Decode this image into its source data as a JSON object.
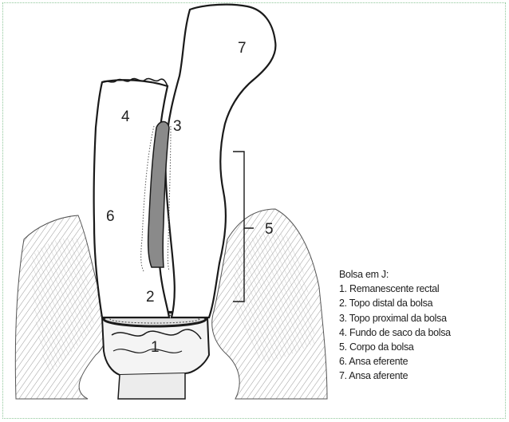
{
  "diagram": {
    "numbers": {
      "n1": "1",
      "n2": "2",
      "n3": "3",
      "n4": "4",
      "n5": "5",
      "n6": "6",
      "n7": "7"
    }
  },
  "legend": {
    "title": "Bolsa em J:",
    "items": [
      "1. Remanescente rectal",
      "2. Topo distal da bolsa",
      "3. Topo proximal da bolsa",
      "4. Fundo de saco da bolsa",
      "5. Corpo da bolsa",
      "6. Ansa eferente",
      "7. Ansa aferente"
    ]
  },
  "colors": {
    "frame": "#8fc79a",
    "line": "#1a1a1a",
    "tissue": "#d6d6d6",
    "inner_lumen": "#8a8a8a"
  },
  "icons": {
    "pelvic_tissue": "hatched-pelvic-floor-illustration"
  }
}
